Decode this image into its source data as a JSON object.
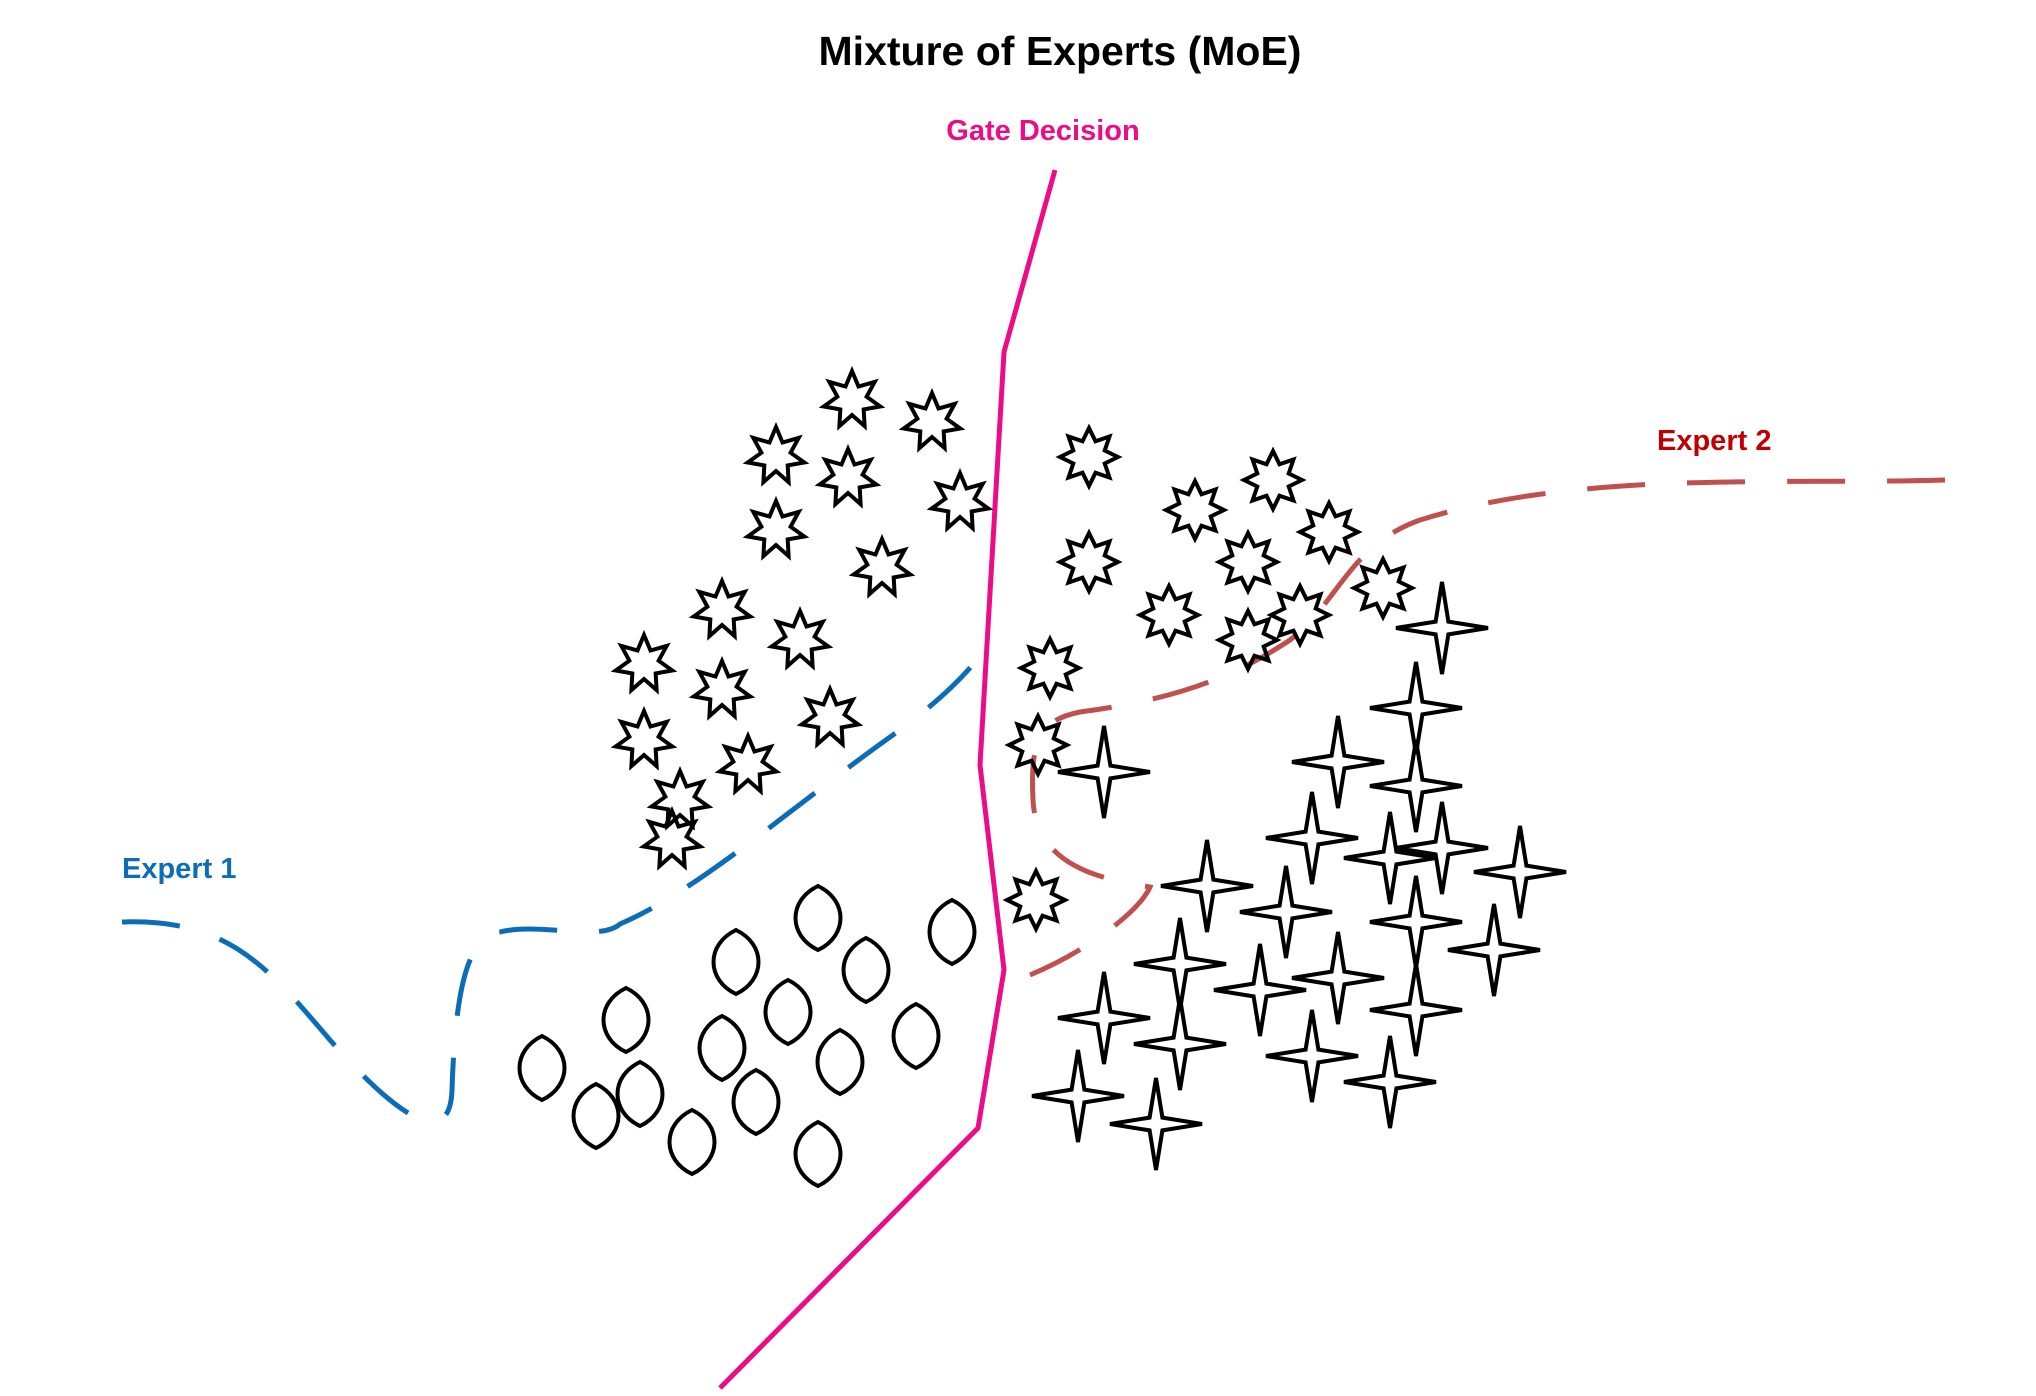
{
  "title": "Mixture of Experts (MoE)",
  "labels": {
    "gate": "Gate Decision",
    "expert1": "Expert 1",
    "expert2": "Expert 2"
  },
  "colors": {
    "title": "#000000",
    "gate": "#ec0c87",
    "expert1": "#0b6cb8",
    "expert2": "#c0504d",
    "expert2_label": "#c00000",
    "marker_stroke": "#000000",
    "background": "#ffffff"
  },
  "marker_types": [
    "seven-point-star",
    "eight-point-star",
    "four-point-star",
    "leaf"
  ]
}
